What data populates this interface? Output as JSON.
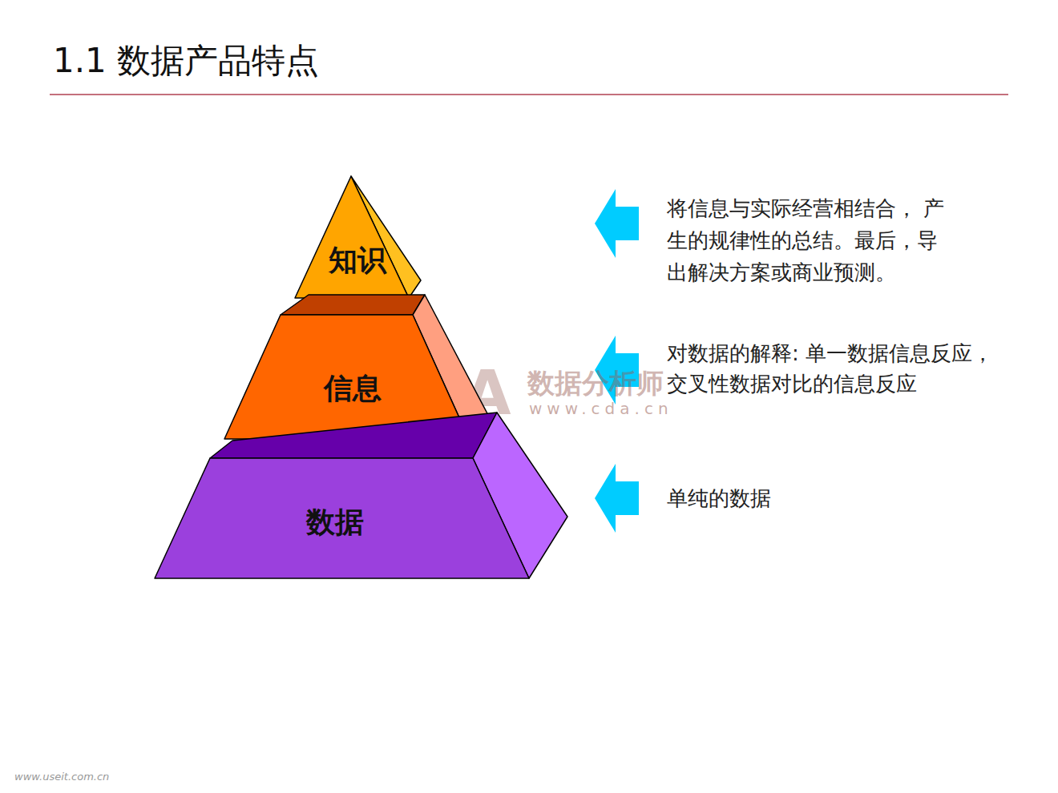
{
  "diagram": {
    "title": "1.1 数据产品特点",
    "nodes": [
      {
        "text": [
          "知识"
        ]
      },
      {
        "text": [
          "信息"
        ]
      },
      {
        "text": [
          "数据"
        ]
      }
    ],
    "labels": [
      "将信息与实际经营相结合， 产生的规律性的总结。最后，导出解决方案或商业预测。",
      "对数据的解释: 单一数据信息反应，交叉性数据对比的信息反应",
      "单纯的数据",
      "CDA",
      "数据分析师",
      "www.cda.cn",
      "www.useit.com.cn"
    ]
  }
}
